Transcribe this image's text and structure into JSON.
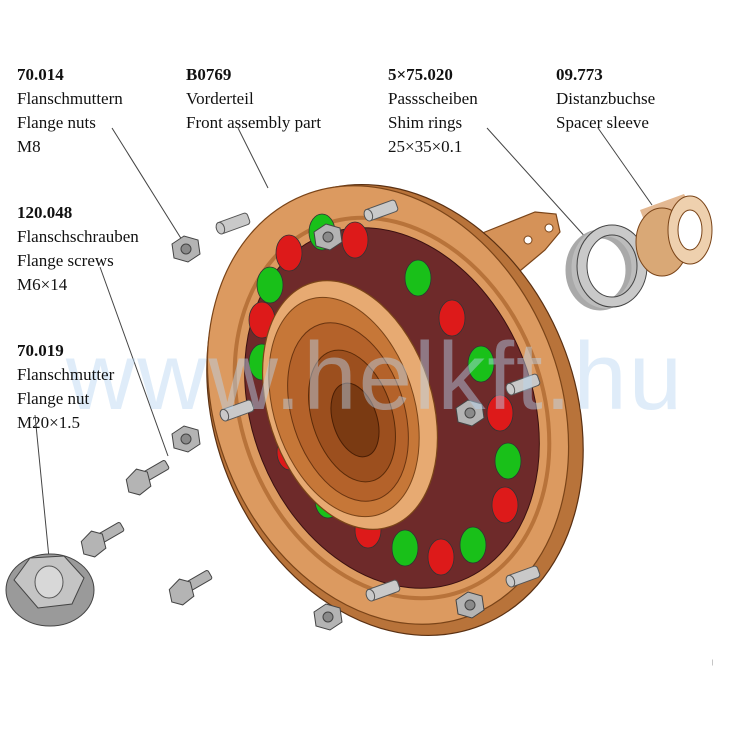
{
  "labels": [
    {
      "code": "70.014",
      "de": "Flanschmuttern",
      "en": "Flange nuts",
      "spec": "M8"
    },
    {
      "code": "B0769",
      "de": "Vorderteil",
      "en": "Front assembly part",
      "spec": ""
    },
    {
      "code": "5×75.020",
      "de": "Passscheiben",
      "en": "Shim rings",
      "spec": "25×35×0.1"
    },
    {
      "code": "09.773",
      "de": "Distanzbuchse",
      "en": "Spacer sleeve",
      "spec": ""
    },
    {
      "code": "120.048",
      "de": "Flanschschrauben",
      "en": "Flange screws",
      "spec": "M6×14"
    },
    {
      "code": "70.019",
      "de": "Flanschmutter",
      "en": "Flange nut",
      "spec": "M20×1.5"
    }
  ],
  "watermark": "www.helkft.hu",
  "colors": {
    "flange": "#dc9a60",
    "flange_dark": "#a8642c",
    "seal_ring": "#6e2a2a",
    "hole_red": "#dd1a1a",
    "hole_green": "#19c019",
    "hardware": "#b4b4b4",
    "sleeve": "#e3b892"
  }
}
